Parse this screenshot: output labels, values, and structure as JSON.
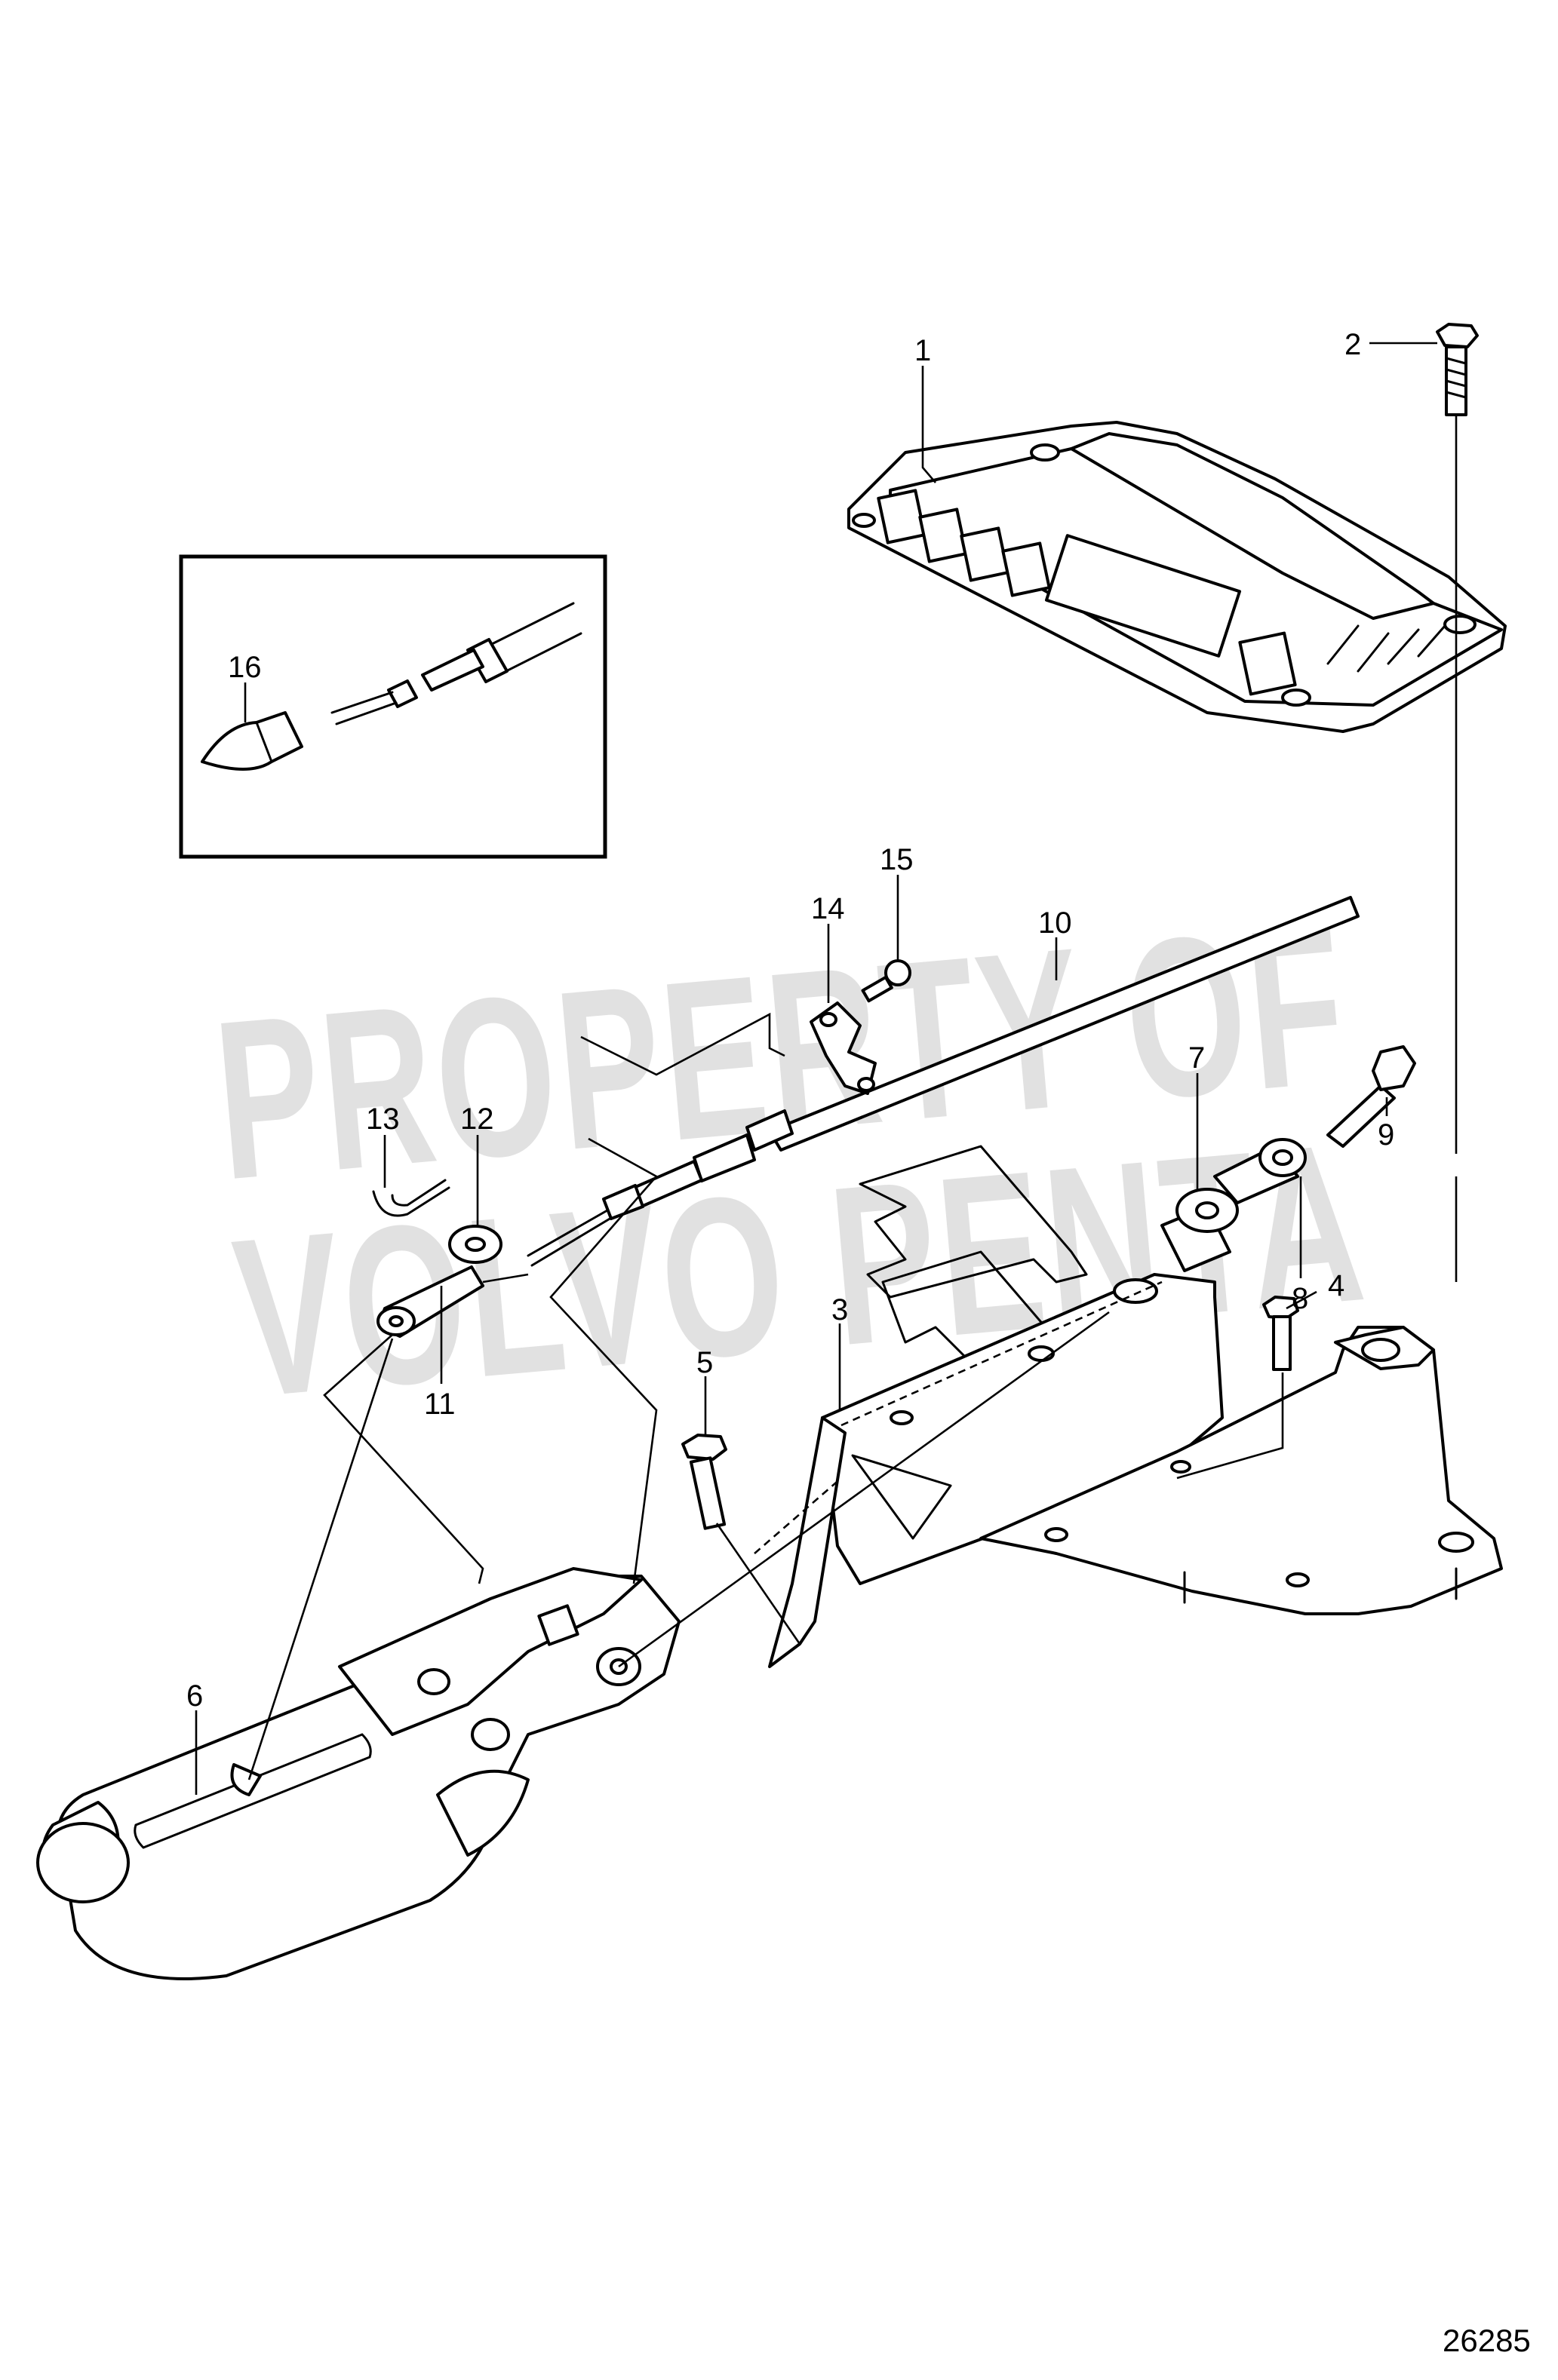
{
  "watermark": {
    "line1": "PROPERTY OF",
    "line2": "VOLVO PENTA"
  },
  "figure_number": "26285",
  "callouts": {
    "c1": "1",
    "c2": "2",
    "c3": "3",
    "c4": "4",
    "c5": "5",
    "c6": "6",
    "c7": "7",
    "c8": "8",
    "c9": "9",
    "c10": "10",
    "c11": "11",
    "c12": "12",
    "c13": "13",
    "c14": "14",
    "c15": "15",
    "c16": "16"
  }
}
